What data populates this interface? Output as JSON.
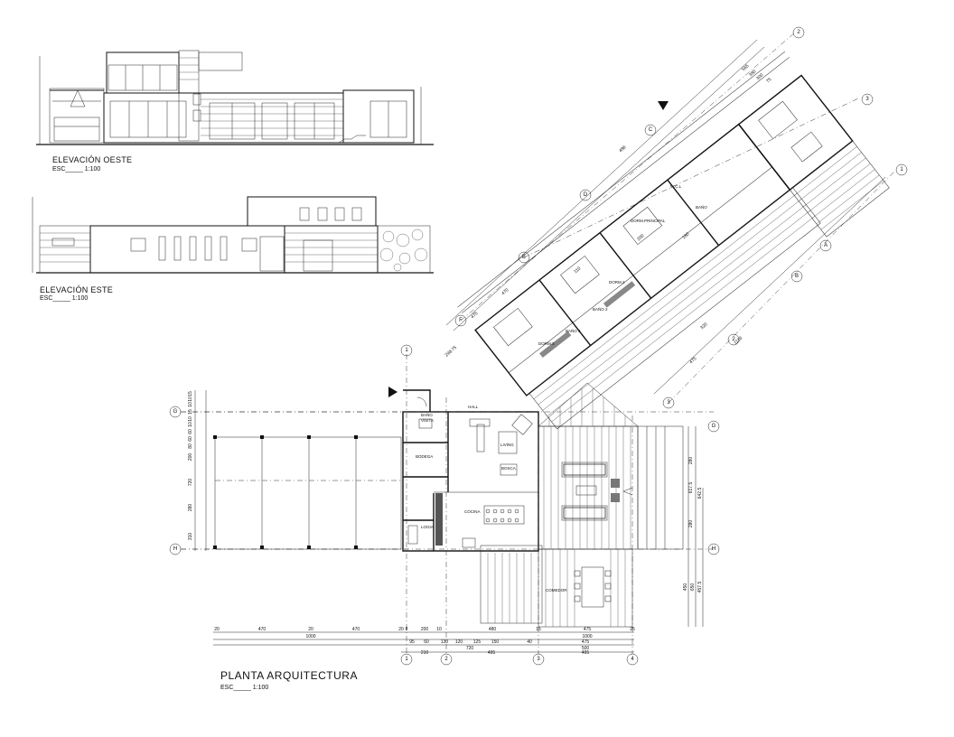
{
  "elevations": {
    "oeste": {
      "title": "ELEVACIÓN  OESTE",
      "scale": "ESC_____  1:100"
    },
    "este": {
      "title": "ELEVACIÓN  ESTE",
      "scale": "ESC_____  1:100"
    }
  },
  "plan": {
    "title": "PLANTA  ARQUITECTURA",
    "scale": "ESC_____  1:100",
    "rooms": {
      "hall": "HALL",
      "bano_visita_1": "BAÑO",
      "bano_visita_2": "VISITA",
      "bodega": "BODEGA",
      "living": "LIVING",
      "bosca": "BOSCA",
      "cocina": "COCINA",
      "logia": "LOGIA",
      "comedor": "COMEDOR",
      "dorm_principal": "DORM.PRINCIPAL",
      "dorm2": "DORM.2",
      "dorm3": "DORM.3",
      "bano": "BAÑO",
      "bano2": "BAÑO 2",
      "bano3": "BAÑO 3",
      "wcl": "W.C.L"
    },
    "axes": {
      "a1": "1",
      "a2": "2",
      "a3": "3",
      "a4": "4",
      "g": "G",
      "h": "H",
      "r1": "1",
      "r2": "2",
      "r3": "3",
      "ra": "A",
      "rb": "B",
      "rc": "C",
      "rd": "D",
      "re": "E",
      "rf": "F"
    },
    "bottom_dims": {
      "row1": [
        "20",
        "470",
        "20",
        "470",
        "20",
        "8",
        "200",
        "10",
        "480",
        "15",
        "475",
        "25"
      ],
      "row2": [
        "1000",
        "1000"
      ],
      "row3": [
        "95",
        "60",
        "130",
        "120",
        "125",
        "150",
        "40",
        "475"
      ],
      "row4": [
        "720",
        "500"
      ],
      "row5": [
        "210",
        "495",
        "495"
      ]
    },
    "left_dims": [
      "15",
      "10",
      "10",
      "15",
      "10",
      "10",
      "60",
      "60",
      "80",
      "200",
      "720",
      "280",
      "310"
    ],
    "right_dims": [
      "280",
      "617.5",
      "642.5",
      "280",
      "450",
      "650",
      "457.5"
    ],
    "diag_dims": [
      "565",
      "380",
      "300",
      "75",
      "486",
      "470",
      "475",
      "200",
      "110",
      "160",
      "1116",
      "475",
      "320",
      "298.75"
    ]
  }
}
